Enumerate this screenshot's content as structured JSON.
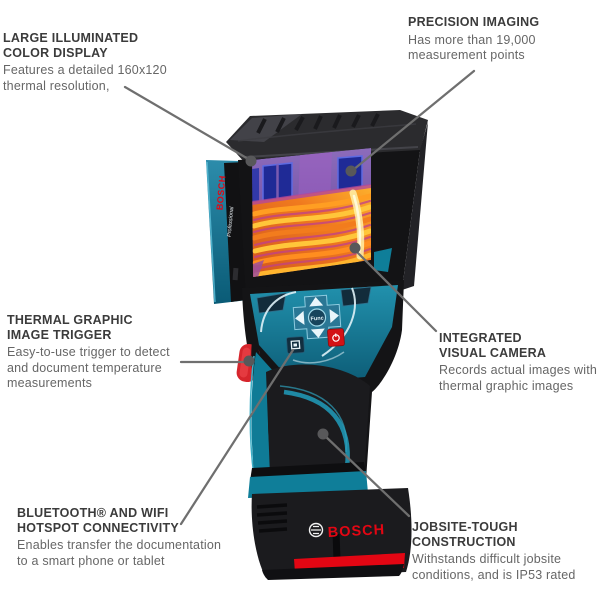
{
  "callouts": [
    {
      "id": "display",
      "title": "LARGE ILLUMINATED\nCOLOR DISPLAY",
      "body": "Features a detailed 160x120\nthermal resolution,"
    },
    {
      "id": "precision",
      "title": "PRECISION IMAGING",
      "body": "Has more than 19,000\nmeasurement points"
    },
    {
      "id": "trigger",
      "title": "THERMAL GRAPHIC\nIMAGE TRIGGER",
      "body": "Easy-to-use trigger to detect\nand document temperature\nmeasurements"
    },
    {
      "id": "camera",
      "title": "INTEGRATED\nVISUAL CAMERA",
      "body": "Records actual images with\nthermal graphic images"
    },
    {
      "id": "bluetooth",
      "title": "BLUETOOTH® AND WIFI\nHOTSPOT CONNECTIVITY",
      "body": "Enables transfer the documentation\nto a smart phone or tablet"
    },
    {
      "id": "jobsite",
      "title": "JOBSITE-TOUGH\nCONSTRUCTION",
      "body": "Withstands difficult jobsite\nconditions, and is IP53 rated"
    }
  ],
  "device": {
    "brand": "BOSCH",
    "brand_sub": "Professional",
    "battery_brand": "BOSCH",
    "func_button_label": "Func",
    "colors": {
      "brand_red": "#e30613",
      "housing_teal": "#0f7e99",
      "body_black": "#1a1a1d",
      "thermal_orange": "#f07a1e",
      "thermal_purple": "#7a5bab",
      "leader_line_gray": "#6f6f6f"
    }
  }
}
